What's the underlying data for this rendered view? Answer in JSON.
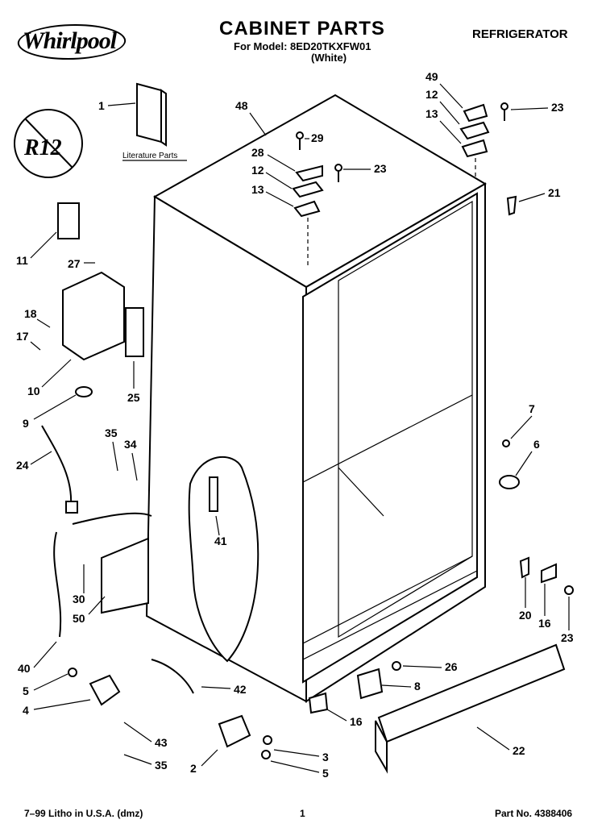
{
  "header": {
    "brand": "Whirlpool",
    "title": "CABINET PARTS",
    "model_line": "For Model: 8ED20TKXFW01",
    "color_line": "(White)",
    "category": "REFRIGERATOR"
  },
  "badge": {
    "text": "R12"
  },
  "literature_label": "Literature Parts",
  "callouts": [
    "1",
    "48",
    "49",
    "12",
    "13",
    "23",
    "29",
    "28",
    "23",
    "12",
    "13",
    "21",
    "11",
    "27",
    "18",
    "17",
    "10",
    "25",
    "9",
    "24",
    "35",
    "34",
    "41",
    "7",
    "6",
    "30",
    "50",
    "20",
    "16",
    "23",
    "40",
    "26",
    "8",
    "5",
    "42",
    "4",
    "43",
    "35",
    "16",
    "22",
    "2",
    "3",
    "5"
  ],
  "footer": {
    "left": "7–99 Litho in U.S.A. (dmz)",
    "center": "1",
    "right": "Part No. 4388406"
  }
}
